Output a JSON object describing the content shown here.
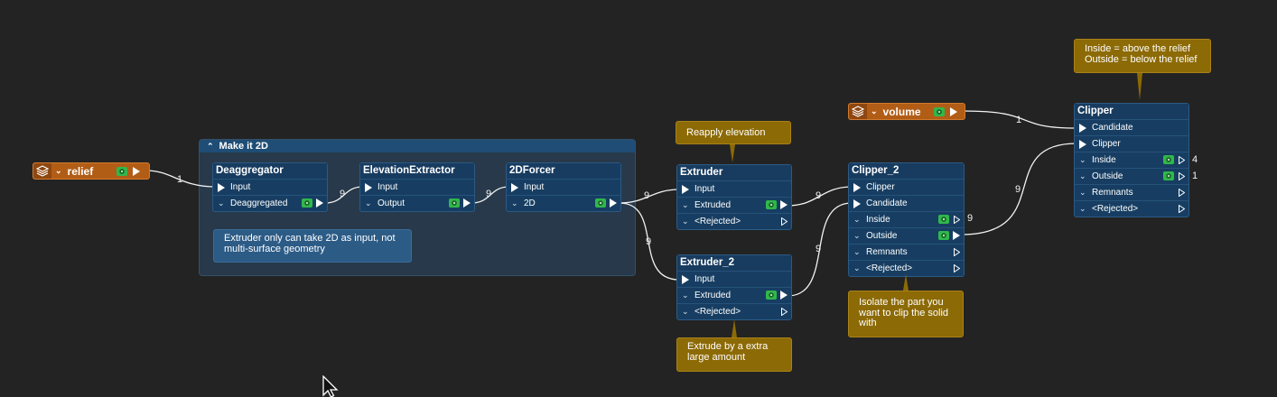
{
  "bookmark": {
    "title": "Make it 2D",
    "collapse_icon": "chevron-up-icon"
  },
  "readers": {
    "relief": {
      "label": "relief",
      "icon": "layers-icon"
    },
    "volume": {
      "label": "volume",
      "icon": "layers-icon"
    }
  },
  "transformers": {
    "deaggregator": {
      "title": "Deaggregator",
      "input": "Input",
      "output": "Deaggregated"
    },
    "elevationextractor": {
      "title": "ElevationExtractor",
      "input": "Input",
      "output": "Output"
    },
    "forcer2d": {
      "title": "2DForcer",
      "input": "Input",
      "output": "2D"
    },
    "extruder": {
      "title": "Extruder",
      "input": "Input",
      "output1": "Extruded",
      "output2": "<Rejected>"
    },
    "extruder2": {
      "title": "Extruder_2",
      "input": "Input",
      "output1": "Extruded",
      "output2": "<Rejected>"
    },
    "clipper2": {
      "title": "Clipper_2",
      "input1": "Clipper",
      "input2": "Candidate",
      "outputs": [
        "Inside",
        "Outside",
        "Remnants",
        "<Rejected>"
      ]
    },
    "clipper": {
      "title": "Clipper",
      "input1": "Candidate",
      "input2": "Clipper",
      "outputs": [
        "Inside",
        "Outside",
        "Remnants",
        "<Rejected>"
      ]
    }
  },
  "feature_counts": {
    "relief_to_deagg": "1",
    "deagg_to_elev": "9",
    "elev_to_forcer": "9",
    "forcer_to_extruder": "9",
    "forcer_to_extruder2": "9",
    "extruder_to_clipper2": "9",
    "extruder2_to_clipper2": "9",
    "clipper2_inside": "9",
    "clipper2_to_clipper": "9",
    "volume_to_clipper": "1",
    "clipper_inside": "4",
    "clipper_outside": "1"
  },
  "annotations": {
    "reapply": "Reapply elevation",
    "extrude": "Extrude by a extra large amount",
    "isolate": "Isolate the part you want to clip the solid with",
    "clipper_note": "Inside = above the relief\nOutside = below the relief",
    "bookmark_note": "Extruder only can take 2D as input, not multi-surface geometry"
  },
  "colors": {
    "canvas": "#232323",
    "transformer": "#173e62",
    "reader": "#b25d16",
    "annotation": "#8c6a05",
    "eye": "#2fb84b"
  }
}
